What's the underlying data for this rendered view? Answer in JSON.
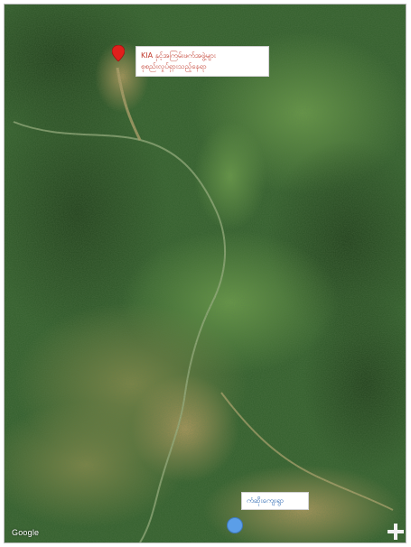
{
  "map": {
    "type": "satellite",
    "markers": [
      {
        "name": "KIA camp location",
        "icon": "red-pin-icon",
        "color": "#e0201c"
      },
      {
        "name": "village location",
        "icon": "blue-dot-icon",
        "color": "#5b9ee8"
      }
    ],
    "labels": {
      "top_line1": "KIA နှင့်အကြမ်းဖက်အဖွဲ့များ",
      "top_line2": "စုစည်းလှုပ်ရှားသည့်နေရာ",
      "bottom": "ကံဆိုးကျေးရွာ"
    },
    "attribution": "Google",
    "controls": {
      "zoom_in_icon": "plus-icon"
    }
  }
}
